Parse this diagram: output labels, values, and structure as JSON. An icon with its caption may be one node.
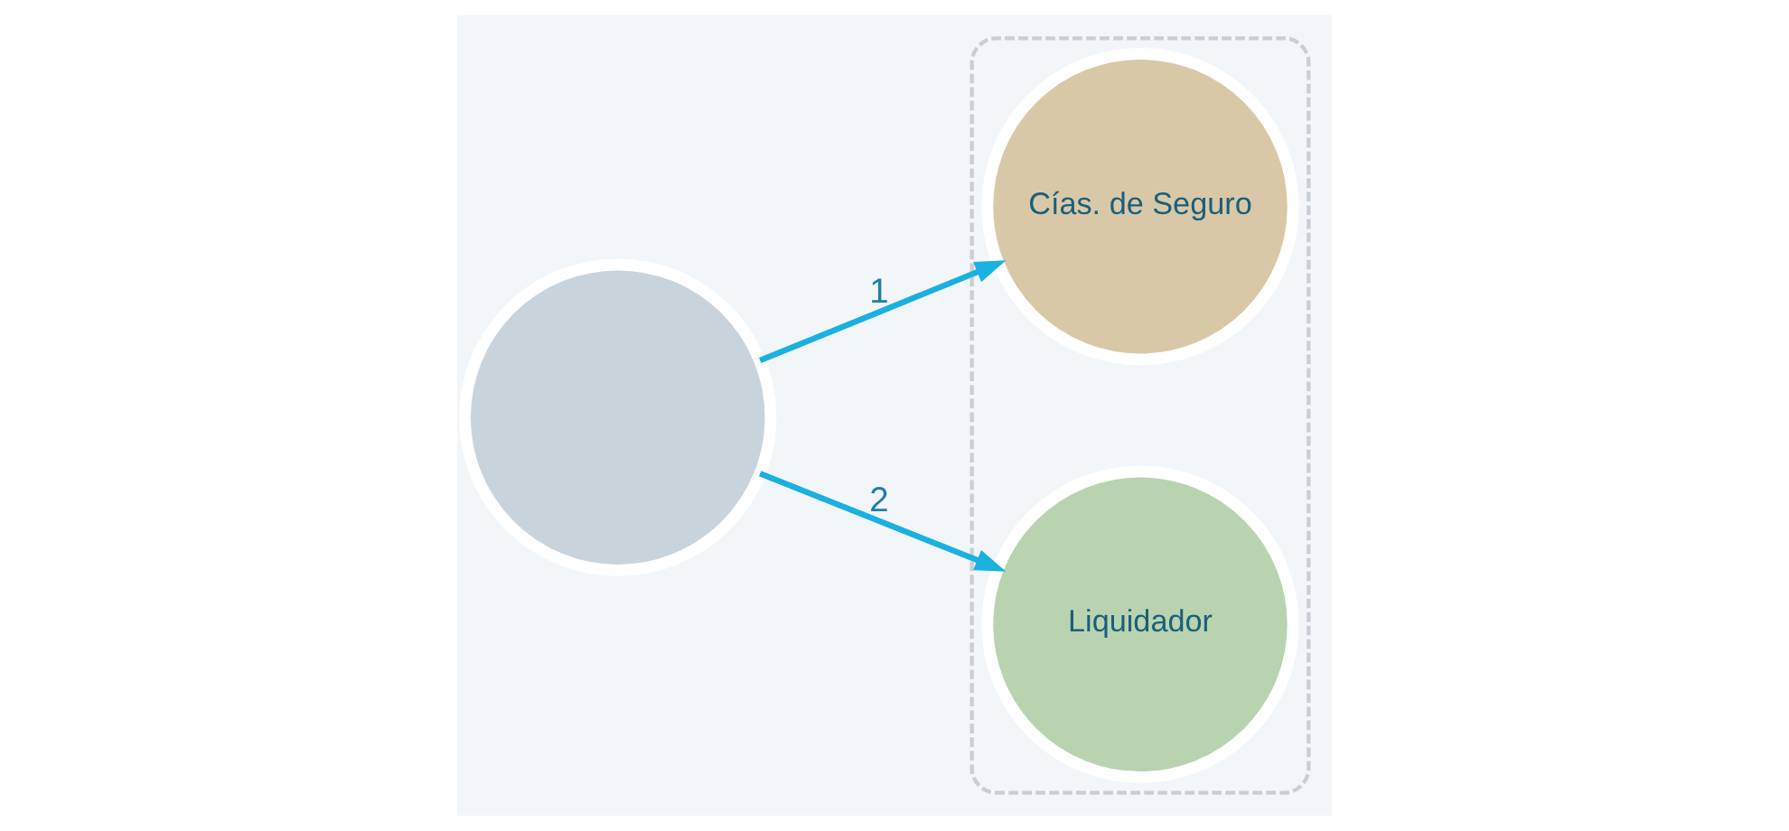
{
  "diagram": {
    "nodes": [
      {
        "text": [],
        "shape": "circle"
      },
      {
        "text": [],
        "shape": "ellipse"
      },
      {
        "text": [
          "Cías. de Seguro"
        ],
        "in": 1
      },
      {
        "text": [
          "Liquidador"
        ],
        "in": 1
      }
    ],
    "edges": [
      {
        "from": 0,
        "to": 2,
        "arrow": "to",
        "label": "1"
      },
      {
        "from": 0,
        "to": 3,
        "arrow": "to",
        "label": "2"
      }
    ]
  }
}
